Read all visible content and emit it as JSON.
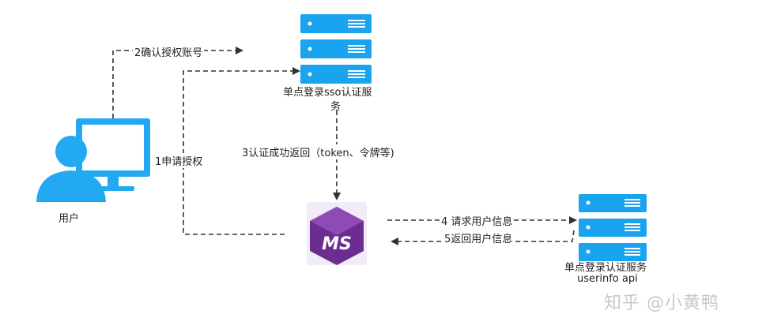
{
  "nodes": {
    "user": {
      "label": "用户"
    },
    "sso_server": {
      "label_line1": "单点登录sso认证服",
      "label_line2": "务"
    },
    "ms_gateway": {
      "logo_text": "MS"
    },
    "userinfo_server": {
      "label_line1": "单点登录认证服务",
      "label_line2": "userinfo api"
    }
  },
  "edges": [
    {
      "label": "1申请授权"
    },
    {
      "label": "2确认授权账号"
    },
    {
      "label": "3认证成功返回（token、令牌等)"
    },
    {
      "label": "4 请求用户信息"
    },
    {
      "label": "5返回用户信息"
    }
  ],
  "watermark": "知乎 @小黄鸭",
  "colors": {
    "server_blue": "#1aa3ee",
    "user_blue": "#23a9f2",
    "logo_purple": "#6b2d8f",
    "arrow": "#333333"
  }
}
